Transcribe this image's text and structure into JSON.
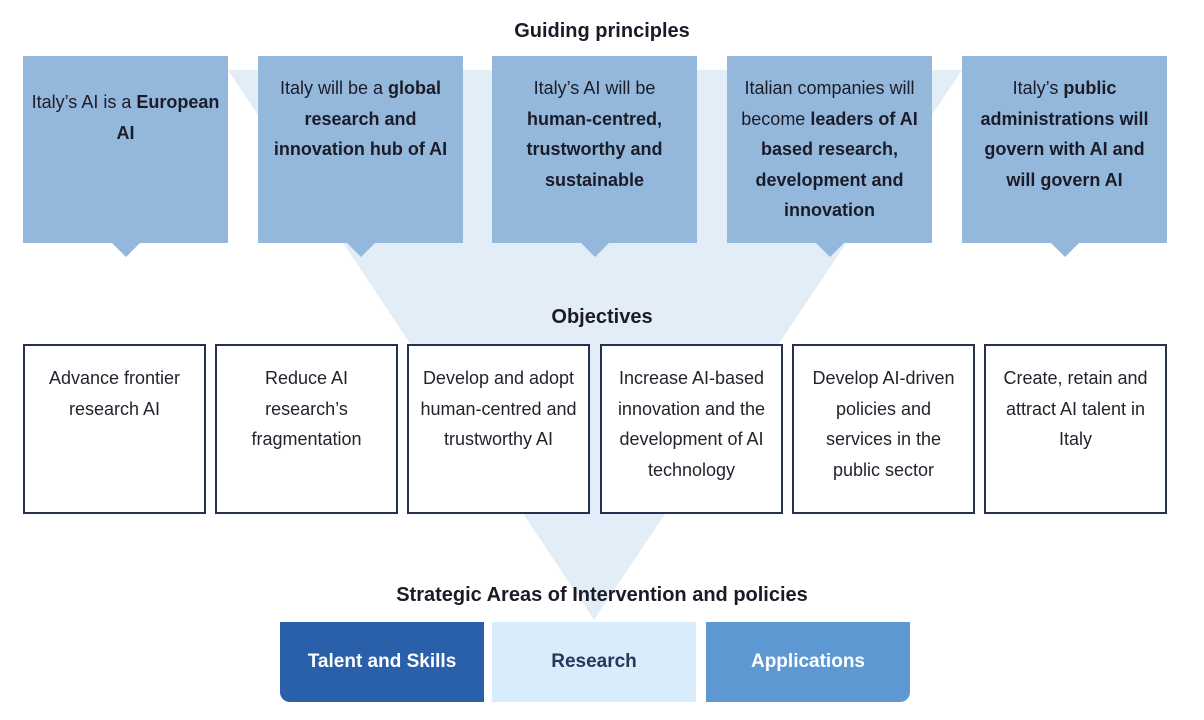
{
  "guiding_title": "Guiding principles",
  "principles": [
    {
      "segments": [
        {
          "text": "Italy’s AI is a ",
          "bold": false
        },
        {
          "text": "European AI",
          "bold": true
        }
      ]
    },
    {
      "segments": [
        {
          "text": "Italy will be a ",
          "bold": false
        },
        {
          "text": "global research and innovation hub of AI",
          "bold": true
        }
      ]
    },
    {
      "segments": [
        {
          "text": "Italy’s AI will be ",
          "bold": false
        },
        {
          "text": "human-centred, trustworthy and sustainable",
          "bold": true
        }
      ]
    },
    {
      "segments": [
        {
          "text": "Italian companies will become ",
          "bold": false
        },
        {
          "text": "leaders of AI based research, development and innovation",
          "bold": true
        }
      ]
    },
    {
      "segments": [
        {
          "text": "Italy’s ",
          "bold": false
        },
        {
          "text": "public administrations will govern with AI and will govern AI",
          "bold": true
        }
      ]
    }
  ],
  "objectives_title": "Objectives",
  "objectives": [
    "Advance frontier research AI",
    "Reduce AI research’s fragmentation",
    "Develop and adopt human-centred and trustworthy AI",
    "Increase AI-based innovation and the development of AI technology",
    "Develop AI-driven policies and services in the public sector",
    "Create, retain and attract AI talent in Italy"
  ],
  "areas_title": "Strategic Areas of Intervention and policies",
  "areas": [
    "Talent and Skills",
    "Research",
    "Applications"
  ],
  "colors": {
    "principle_fill": "#93b8dc",
    "funnel_fill": "#e3edf8",
    "objective_border": "#24314f",
    "area_talent": "#2a60aa",
    "area_research": "#d8ecfb",
    "area_applications": "#5d98d3"
  }
}
